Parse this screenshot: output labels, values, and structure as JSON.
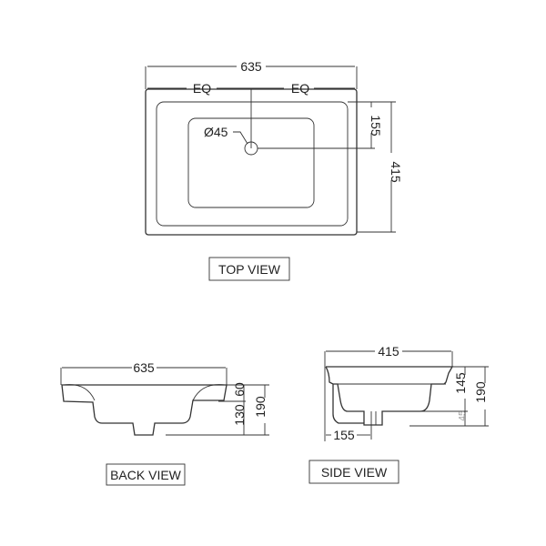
{
  "top_view": {
    "width": "635",
    "eq_left": "EQ",
    "eq_right": "EQ",
    "drain": "Ø45",
    "drain_offset": "155",
    "depth": "415",
    "label": "TOP VIEW"
  },
  "back_view": {
    "width": "635",
    "rim_height": "60",
    "bowl_height": "130",
    "total_height": "190",
    "label": "BACK VIEW"
  },
  "side_view": {
    "depth": "415",
    "bowl_height": "145",
    "total_height": "190",
    "drain_height": "45",
    "drain_offset": "155",
    "label": "SIDE VIEW"
  }
}
